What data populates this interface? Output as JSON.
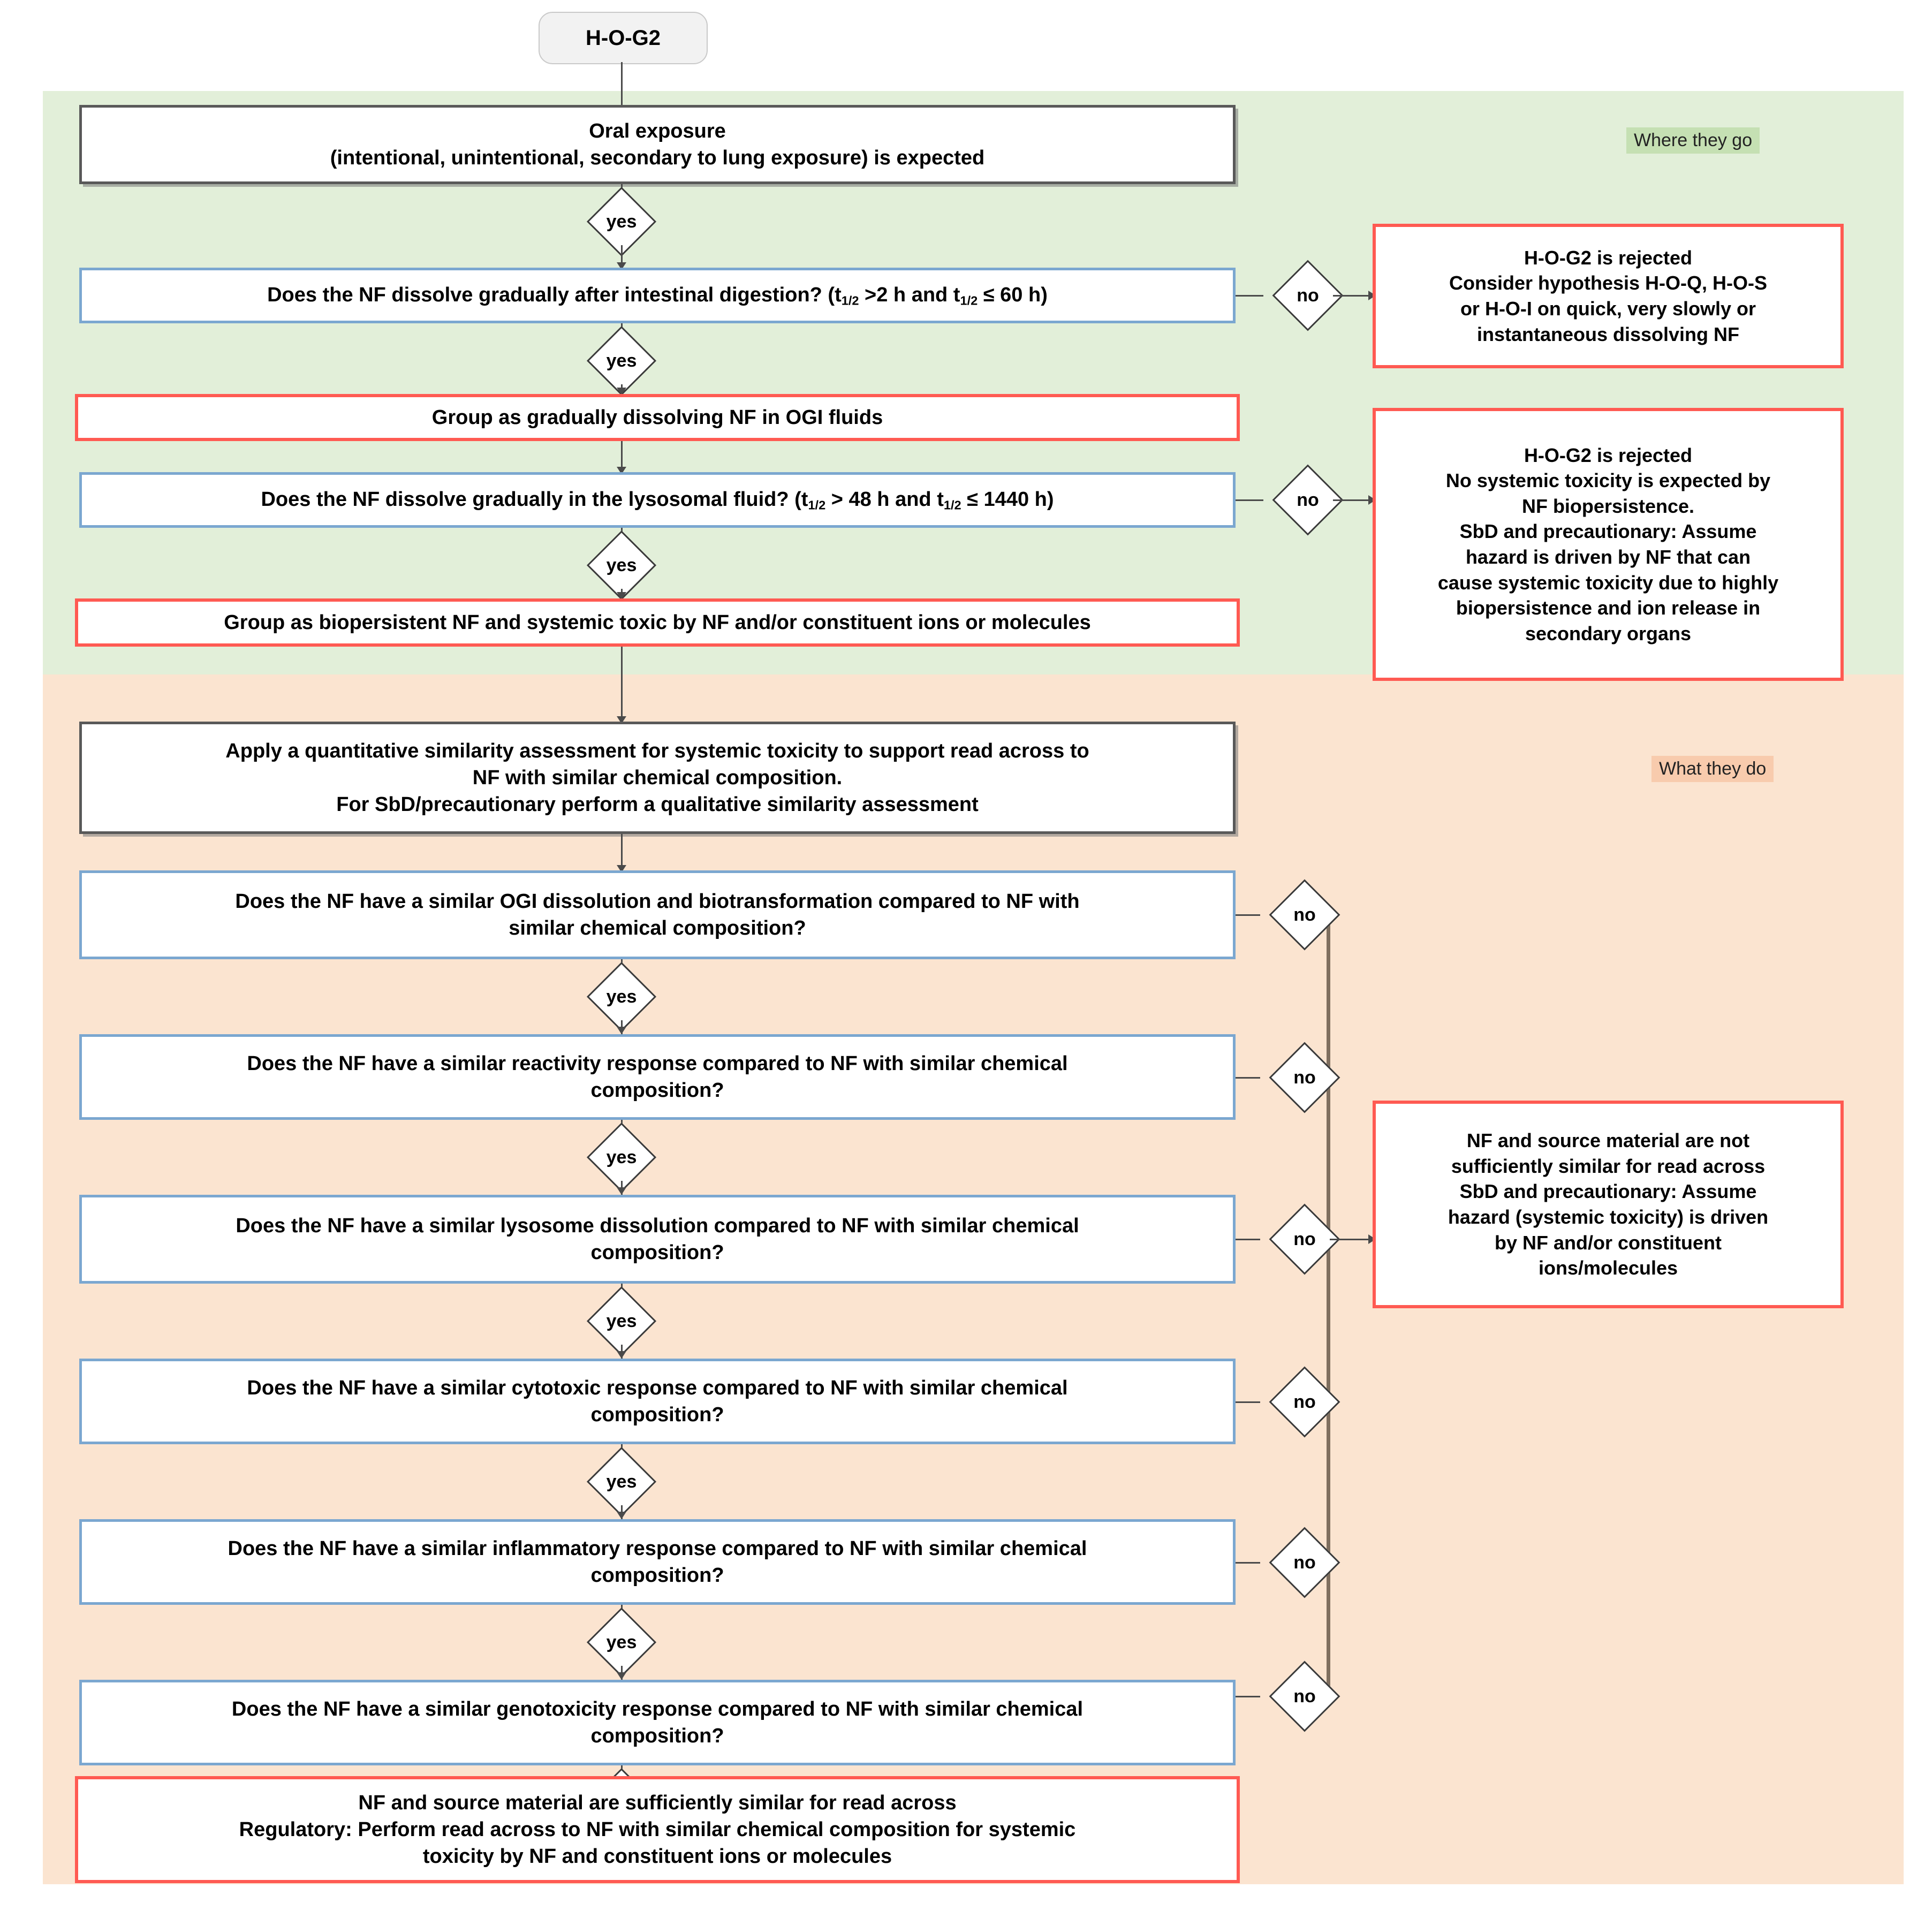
{
  "title": "H-O-G2 oral exposure grouping and read-across decision flowchart",
  "start_node": {
    "label": "H-O-G2"
  },
  "bands": [
    {
      "id": "where",
      "label": "Where they go",
      "color": "#e2efd9",
      "label_bg": "#c5e0b3"
    },
    {
      "id": "what",
      "label": "What they do",
      "color": "#fbe4d0",
      "label_bg": "#f8cbad"
    }
  ],
  "colors": {
    "green_band": "#e2efd9",
    "green_label": "#c5e0b3",
    "orange_band": "#fbe4d0",
    "orange_label": "#f8cbad",
    "red_border": "#ff5a52",
    "blue_border": "#7ba7d0",
    "grey_border": "#595959",
    "connector": "#4a4a4a",
    "bus": "#7f6f5f"
  },
  "nodes": {
    "oral_exposure": {
      "line1": "Oral exposure",
      "line2": "(intentional, unintentional, secondary to lung exposure) is expected",
      "style": "grey"
    },
    "q_intestinal": {
      "pre": "Does the NF dissolve gradually after intestinal digestion? (t",
      "sub1": "1/2",
      "mid": " >2 h and  t",
      "sub2": "1/2",
      "post": " ≤  60 h)",
      "style": "blue"
    },
    "group_ogi": {
      "line1": "Group as gradually dissolving NF in OGI fluids",
      "style": "red"
    },
    "q_lysosomal": {
      "pre": "Does the NF dissolve gradually in the lysosomal fluid?  (t",
      "sub1": "1/2",
      "mid": " > 48 h and t",
      "sub2": "1/2",
      "post": " ≤ 1440 h)",
      "style": "blue"
    },
    "group_biopersistent": {
      "line1": "Group as biopersistent NF and systemic toxic by NF and/or constituent ions or molecules",
      "style": "red"
    },
    "apply_similarity": {
      "line1": "Apply a quantitative similarity assessment for systemic toxicity to support read across to",
      "line2": "NF with similar chemical composition.",
      "line3": "For SbD/precautionary perform a qualitative similarity assessment",
      "style": "grey"
    },
    "q_ogi_dissolution": {
      "line1": "Does  the NF have a similar OGI dissolution and biotransformation compared to NF with",
      "line2": "similar chemical composition?",
      "style": "blue"
    },
    "q_reactivity": {
      "line1": "Does the NF have a similar reactivity response compared to NF with similar chemical",
      "line2": "composition?",
      "style": "blue"
    },
    "q_lysosome_dissolution": {
      "line1": "Does  the NF have a similar lysosome dissolution compared to NF with similar chemical",
      "line2": "composition?",
      "style": "blue"
    },
    "q_cytotoxic": {
      "line1": "Does the NF have a similar cytotoxic response compared to NF with similar chemical",
      "line2": "composition?",
      "style": "blue"
    },
    "q_inflammatory": {
      "line1": "Does the NF have a similar inflammatory response compared to NF with similar chemical",
      "line2": "composition?",
      "style": "blue"
    },
    "q_genotoxicity": {
      "line1": "Does the NF have a similar genotoxicity response compared to NF with similar chemical",
      "line2": "composition?",
      "style": "blue"
    },
    "outcome_sufficient": {
      "line1": "NF and source material are sufficiently similar for read across",
      "line2": "Regulatory: Perform read across to NF with similar chemical composition for systemic",
      "line3": "toxicity by NF and constituent ions or molecules",
      "style": "red"
    },
    "reject_quick": {
      "line1": "H-O-G2 is rejected",
      "line2": "Consider hypothesis  H-O-Q, H-O-S",
      "line3": "or H-O-I on quick, very slowly or",
      "line4": "instantaneous dissolving NF",
      "style": "red"
    },
    "reject_nosystemic": {
      "line1": "H-O-G2 is rejected",
      "line2": "No systemic toxicity is expected by",
      "line3": "NF biopersistence.",
      "line4": "SbD and precautionary: Assume",
      "line5": "hazard is driven by NF that can",
      "line6": "cause systemic toxicity due to highly",
      "line7": "biopersistence and ion release in",
      "line8": "secondary organs",
      "style": "red"
    },
    "outcome_notsimilar": {
      "line1": "NF and source material are not",
      "line2": "sufficiently similar for read across",
      "line3": "SbD and precautionary: Assume",
      "line4": "hazard (systemic toxicity) is driven",
      "line5": "by NF and/or constituent",
      "line6": "ions/molecules",
      "style": "red"
    }
  },
  "decisions": {
    "yes": "yes",
    "no": "no"
  },
  "yes_labels": [
    "yes",
    "yes",
    "yes",
    "yes",
    "yes",
    "yes",
    "yes",
    "yes",
    "yes"
  ],
  "no_labels": [
    "no",
    "no",
    "no",
    "no",
    "no",
    "no",
    "no",
    "no"
  ]
}
